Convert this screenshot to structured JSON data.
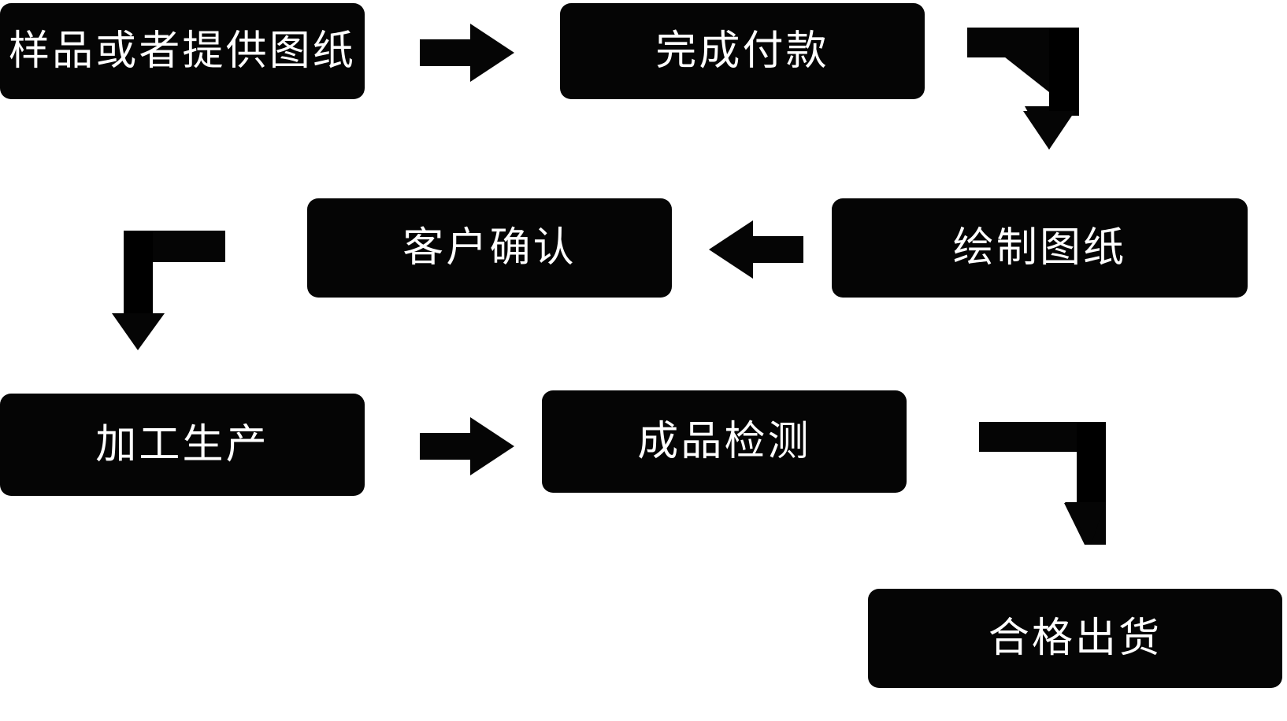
{
  "diagram": {
    "title": "",
    "background_color": "#ffffff",
    "node_fill_color": "#050505",
    "node_text_color": "#ffffff",
    "arrow_color": "#050505",
    "nodes": [
      {
        "id": "sample",
        "label": "样品或者提供图纸",
        "row": 1,
        "column": 1
      },
      {
        "id": "payment",
        "label": "完成付款",
        "row": 1,
        "column": 3
      },
      {
        "id": "drawing",
        "label": "绘制图纸",
        "row": 2,
        "column": 3
      },
      {
        "id": "confirm",
        "label": "客户确认",
        "row": 2,
        "column": 2
      },
      {
        "id": "production",
        "label": "加工生产",
        "row": 3,
        "column": 1
      },
      {
        "id": "inspection",
        "label": "成品检测",
        "row": 3,
        "column": 2
      },
      {
        "id": "shipment",
        "label": "合格出货",
        "row": 4,
        "column": 3
      }
    ],
    "arrows": [
      {
        "id": "sample-to-payment",
        "from": "sample",
        "to": "payment",
        "direction": "right",
        "shape": "straight"
      },
      {
        "id": "payment-to-drawing",
        "from": "payment",
        "to": "drawing",
        "direction": "right-down",
        "shape": "elbow"
      },
      {
        "id": "drawing-to-confirm",
        "from": "drawing",
        "to": "confirm",
        "direction": "left",
        "shape": "straight"
      },
      {
        "id": "confirm-to-production",
        "from": "confirm",
        "to": "production",
        "direction": "left-down",
        "shape": "elbow"
      },
      {
        "id": "production-to-inspect",
        "from": "production",
        "to": "inspection",
        "direction": "right",
        "shape": "straight"
      },
      {
        "id": "inspect-to-shipment",
        "from": "inspection",
        "to": "shipment",
        "direction": "right-down",
        "shape": "elbow"
      }
    ]
  }
}
